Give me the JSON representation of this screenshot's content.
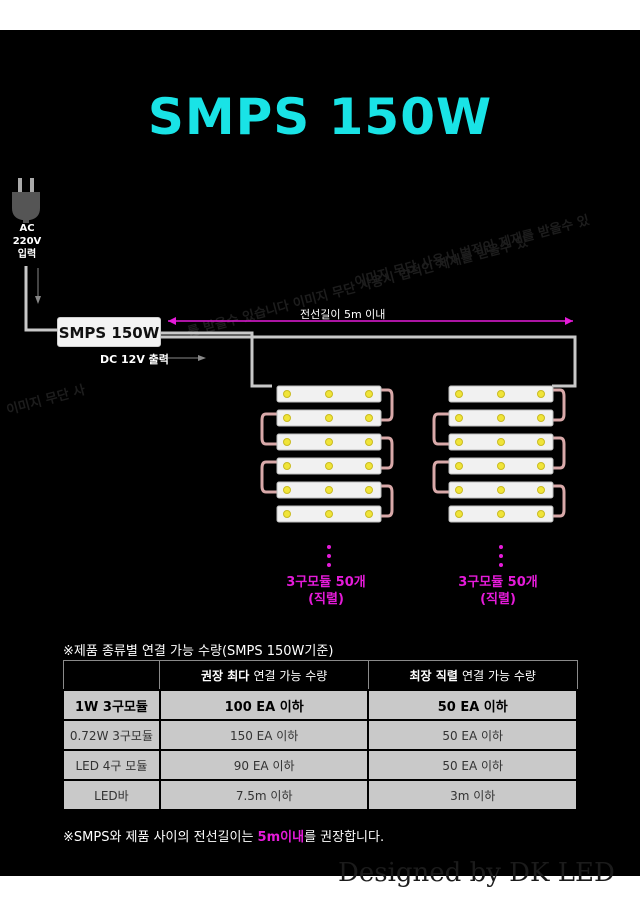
{
  "title": "SMPS 150W",
  "plug": {
    "line1": "AC",
    "line2": "220V",
    "line3": "입력"
  },
  "smps_label": "SMPS 150W",
  "dc_output_label": "DC 12V 출력",
  "distance_label": "전선길이 5m 이내",
  "watermark": {
    "line1": "이미지 무단 사용시 법적인 제재를 받을수 있",
    "line2": "를 받을수 있습니다  이미지 무단 사용시 법적인 제재를 받을수 있",
    "line3": "이미지 무단 사"
  },
  "groups": [
    {
      "name": "3구모듈 50개",
      "note": "(직렬)"
    },
    {
      "name": "3구모듈 50개",
      "note": "(직렬)"
    }
  ],
  "table_note": "※제품 종류별 연결 가능 수량(SMPS 150W기준)",
  "table": {
    "headers": [
      {
        "bold": "",
        "light": ""
      },
      {
        "bold": "권장 최다",
        "light": "연결 가능 수량"
      },
      {
        "bold": "최장 직렬",
        "light": "연결 가능 수량"
      }
    ],
    "rows": [
      [
        "1W 3구모듈",
        "100 EA 이하",
        "50 EA 이하"
      ],
      [
        "0.72W 3구모듈",
        "150 EA 이하",
        "50 EA 이하"
      ],
      [
        "LED 4구 모듈",
        "90 EA 이하",
        "50 EA 이하"
      ],
      [
        "LED바",
        "7.5m 이하",
        "3m 이하"
      ]
    ]
  },
  "bottom_note": {
    "before": "※SMPS와 제품 사이의 전선길이는 ",
    "highlight": "5m이내",
    "after": "를 권장합니다."
  },
  "signature": "Designed by DK LED",
  "colors": {
    "title": "#19e3e6",
    "accent": "#e51bd9",
    "background": "#000000",
    "table_cell": "#c9c9c9"
  }
}
